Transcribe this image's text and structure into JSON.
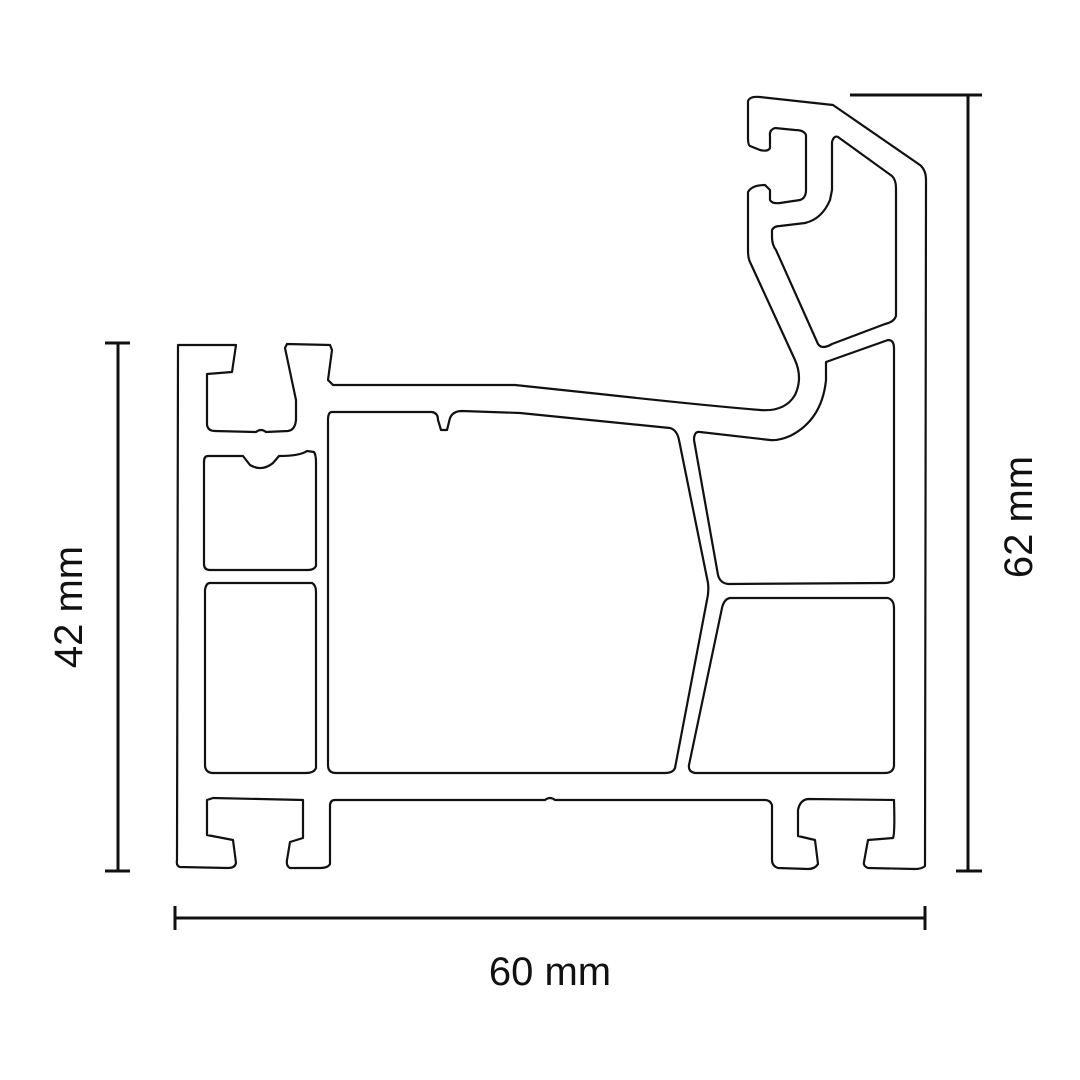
{
  "diagram": {
    "title": "Window frame profile cross-section",
    "dimensions": {
      "height_left": "42 mm",
      "height_right": "62 mm",
      "width": "60 mm"
    },
    "colors": {
      "line": "#111111",
      "background": "#ffffff"
    }
  }
}
